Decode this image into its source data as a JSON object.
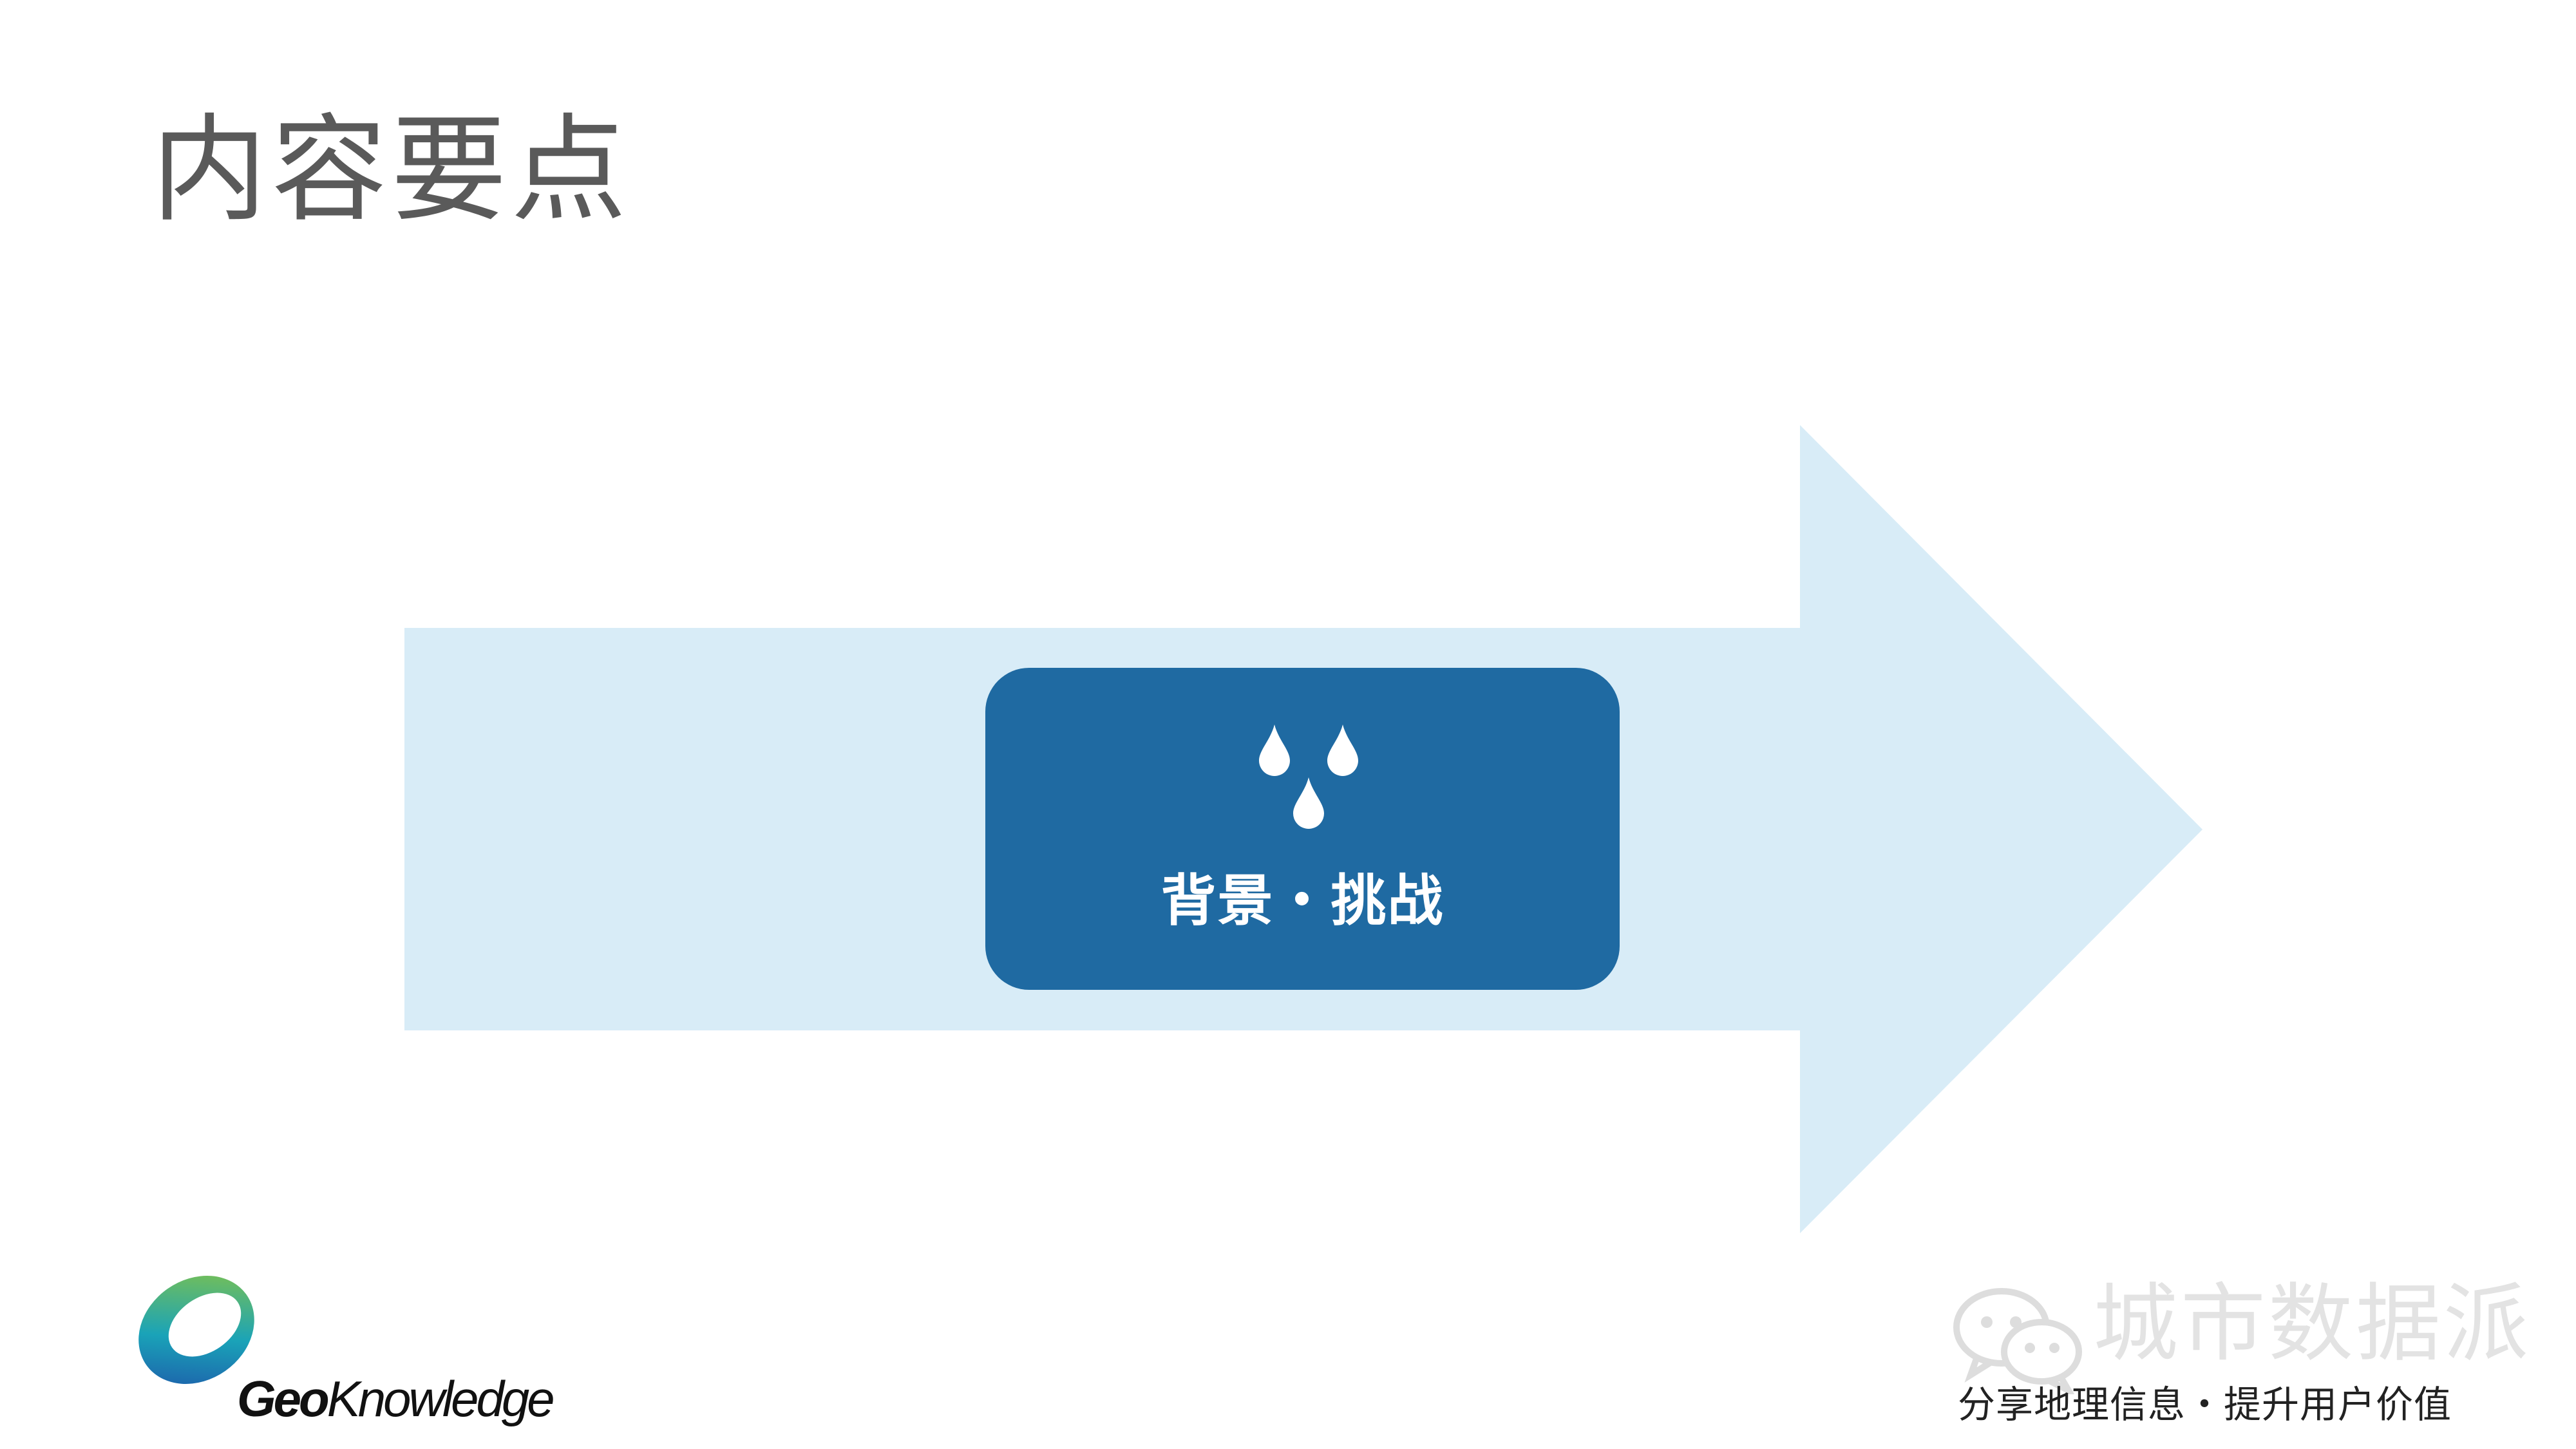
{
  "title": "内容要点",
  "colors": {
    "arrow": "#d8ecf7",
    "card": "#1f6aa2",
    "title": "#5a5a5a",
    "card_text": "#ffffff",
    "watermark": "#e3e3e3"
  },
  "card": {
    "icon": "water-drops-icon",
    "label": "背景・挑战"
  },
  "logo": {
    "text_bold": "Geo",
    "text_regular": "Knowledge"
  },
  "watermark": {
    "icon": "wechat-icon",
    "name": "城市数据派",
    "slogan": "分享地理信息・提升用户价值"
  }
}
